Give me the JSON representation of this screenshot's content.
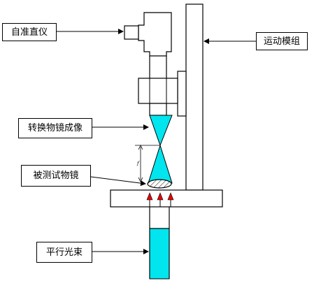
{
  "labels": {
    "autocollimator": "自准直仪",
    "motion_module": "运动模组",
    "conversion_objective_imaging": "转换物镜成像",
    "objective_under_test": "被测试物镜",
    "parallel_beam": "平行光束",
    "spacing_mark": "f"
  },
  "colors": {
    "beam_fill": "#00e5ee",
    "arrow_red": "#e60000",
    "line": "#000000"
  }
}
